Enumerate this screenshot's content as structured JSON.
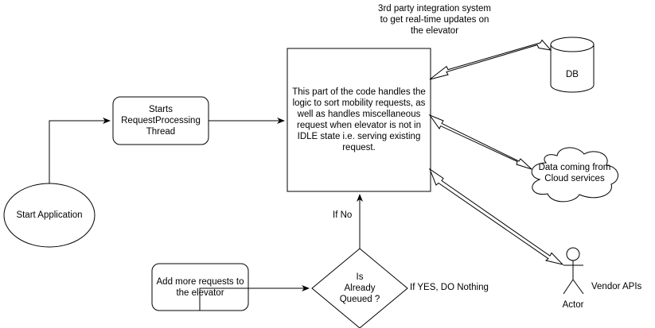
{
  "diagram": {
    "nodes": {
      "start_app": {
        "label": "Start Application",
        "shape": "ellipse"
      },
      "request_thread": {
        "label": "Starts\nRequestProcessing\nThread",
        "shape": "rounded-rect"
      },
      "core_logic": {
        "label": "This part of the code handles the logic to sort mobility requests, as well as handles miscellaneous request when elevator is not in IDLE state i.e. serving existing request.",
        "shape": "rect"
      },
      "add_requests": {
        "label": "Add more requests to\nthe elevator",
        "shape": "rounded-rect"
      },
      "decision": {
        "label": "Is\nAlready\nQueued ?",
        "shape": "diamond"
      },
      "db": {
        "label": "DB",
        "shape": "cylinder"
      },
      "cloud": {
        "label": "Data coming from\nCloud services",
        "shape": "cloud"
      },
      "actor": {
        "label": "Actor",
        "shape": "stick-figure"
      }
    },
    "annotations": {
      "integration": "3rd party integration system\nto get real-time updates on\nthe elevator",
      "if_no": "If No",
      "if_yes": "If YES, DO Nothing",
      "vendor_apis": "Vendor APIs"
    },
    "edges": [
      {
        "from": "start_app",
        "to": "request_thread",
        "style": "arrow"
      },
      {
        "from": "request_thread",
        "to": "core_logic",
        "style": "arrow"
      },
      {
        "from": "add_requests",
        "to": "decision",
        "style": "arrow"
      },
      {
        "from": "decision",
        "to": "core_logic",
        "style": "arrow",
        "label": "If No"
      },
      {
        "from": "core_logic",
        "to": "db",
        "style": "double-arrow"
      },
      {
        "from": "core_logic",
        "to": "cloud",
        "style": "double-arrow"
      },
      {
        "from": "core_logic",
        "to": "actor",
        "style": "double-arrow"
      }
    ],
    "colors": {
      "stroke": "#000000",
      "fill": "#ffffff",
      "text": "#000000"
    }
  }
}
